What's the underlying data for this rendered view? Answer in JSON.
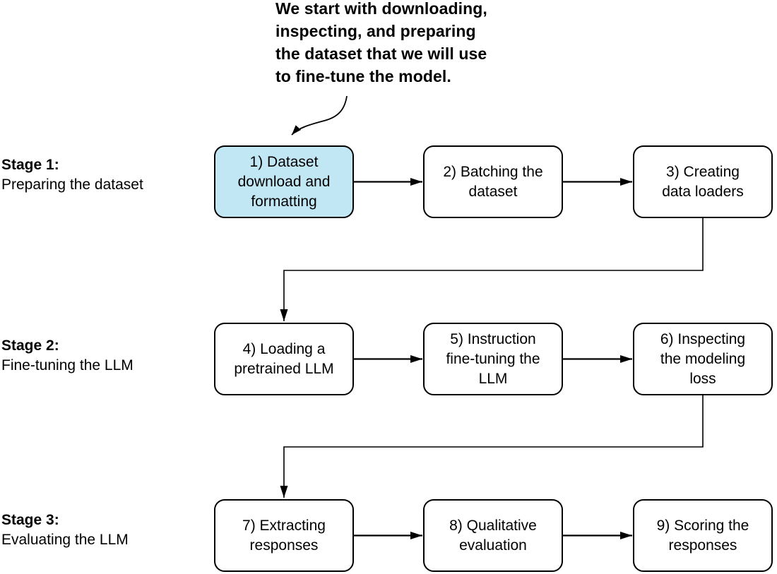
{
  "annotation": {
    "text": "We start with downloading,\ninspecting, and preparing\nthe dataset that we will use\nto fine-tune the model."
  },
  "stages": [
    {
      "title": "Stage 1:",
      "subtitle": "Preparing the dataset",
      "boxes": [
        {
          "label": "1) Dataset\ndownload and\nformatting",
          "highlighted": true
        },
        {
          "label": "2) Batching the\ndataset",
          "highlighted": false
        },
        {
          "label": "3) Creating\ndata loaders",
          "highlighted": false
        }
      ]
    },
    {
      "title": "Stage 2:",
      "subtitle": "Fine-tuning the LLM",
      "boxes": [
        {
          "label": "4) Loading a\npretrained LLM",
          "highlighted": false
        },
        {
          "label": "5) Instruction\nfine-tuning the\nLLM",
          "highlighted": false
        },
        {
          "label": "6) Inspecting\nthe modeling\nloss",
          "highlighted": false
        }
      ]
    },
    {
      "title": "Stage 3:",
      "subtitle": "Evaluating the LLM",
      "boxes": [
        {
          "label": "7) Extracting\nresponses",
          "highlighted": false
        },
        {
          "label": "8) Qualitative\nevaluation",
          "highlighted": false
        },
        {
          "label": "9) Scoring the\nresponses",
          "highlighted": false
        }
      ]
    }
  ],
  "colors": {
    "highlight_fill": "#c2e7f4",
    "box_fill": "#ffffff",
    "stroke": "#000000",
    "background": "#ffffff"
  }
}
